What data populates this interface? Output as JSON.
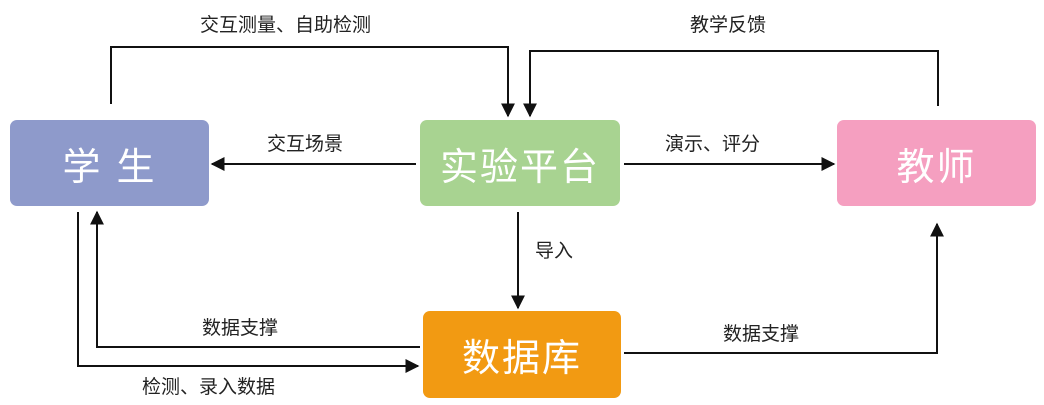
{
  "nodes": {
    "student": {
      "label": "学 生",
      "color": "#8e9acb"
    },
    "platform": {
      "label": "实验平台",
      "color": "#a8d391"
    },
    "teacher": {
      "label": "教师",
      "color": "#f59fc0"
    },
    "database": {
      "label": "数据库",
      "color": "#f29a12"
    }
  },
  "edges": {
    "interactive_measure": "交互测量、自助检测",
    "teaching_feedback": "教学反馈",
    "interactive_scene": "交互场景",
    "demo_score": "演示、评分",
    "import": "导入",
    "data_support_student": "数据支撑",
    "data_support_teacher": "数据支撑",
    "detect_record": "检测、录入数据"
  },
  "colors": {
    "line": "#111111"
  }
}
